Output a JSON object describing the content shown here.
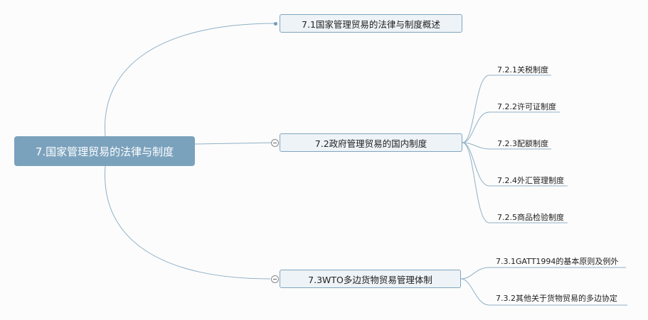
{
  "root": {
    "label": "7.国家管理贸易的法律与制度"
  },
  "branches": [
    {
      "label": "7.1国家管理贸易的法律与制度概述",
      "children": []
    },
    {
      "label": "7.2政府管理贸易的国内制度",
      "children": [
        {
          "label": "7.2.1关税制度"
        },
        {
          "label": "7.2.2许可证制度"
        },
        {
          "label": "7.2.3配额制度"
        },
        {
          "label": "7.2.4外汇管理制度"
        },
        {
          "label": "7.2.5商品检验制度"
        }
      ]
    },
    {
      "label": "7.3WTO多边货物贸易管理体制",
      "children": [
        {
          "label": "7.3.1GATT1994的基本原则及例外"
        },
        {
          "label": "7.3.2其他关于货物贸易的多边协定"
        }
      ]
    }
  ],
  "colors": {
    "root_fill": "#7ba2bd",
    "connector": "#8fb0c6",
    "node_border": "#7fa6bf",
    "node_fill": "#eef3f7"
  }
}
